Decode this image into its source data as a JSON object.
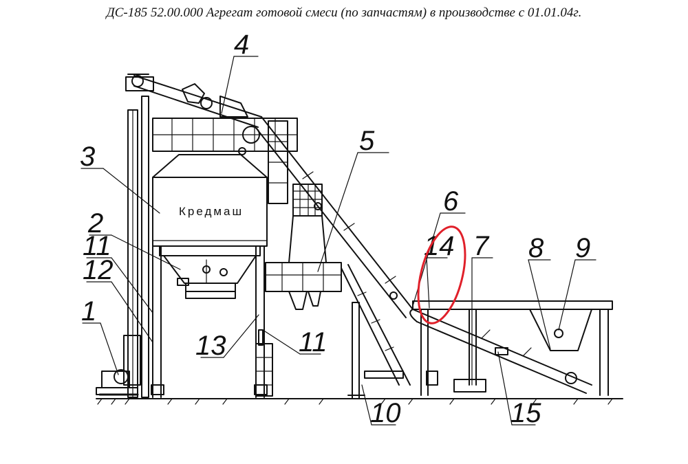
{
  "caption": "ДС-185 52.00.000  Агрегат готовой смеси  (по запчастям) в производстве с 01.01.04г.",
  "brand_label": "Кредмаш",
  "callouts": {
    "c1": "1",
    "c2": "2",
    "c3": "3",
    "c4": "4",
    "c5": "5",
    "c6": "6",
    "c7": "7",
    "c8": "8",
    "c9": "9",
    "c10": "10",
    "c11a": "11",
    "c11b": "11",
    "c12": "12",
    "c13": "13",
    "c14": "14",
    "c15": "15"
  },
  "highlight_color": "#e0202a",
  "line_color": "#111111"
}
